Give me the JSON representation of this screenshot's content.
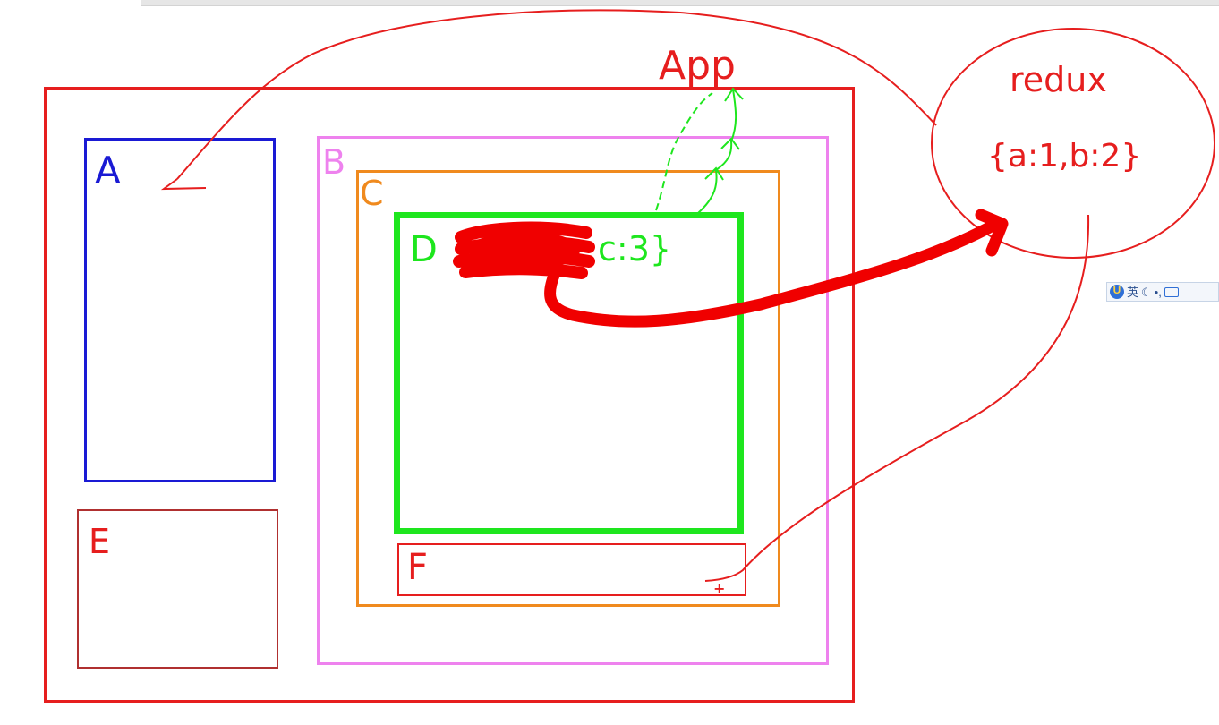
{
  "diagram": {
    "app": {
      "label": "App",
      "color": "#e61e1e"
    },
    "components": {
      "a": {
        "label": "A",
        "color": "#1a1ad4"
      },
      "b": {
        "label": "B",
        "color": "#ee82ee"
      },
      "c": {
        "label": "C",
        "color": "#f08a1e"
      },
      "d": {
        "label": "D",
        "state_visible": "c:3}",
        "color": "#1ee61e"
      },
      "e": {
        "label": "E",
        "color": "#e61e1e",
        "border_color": "#b03030"
      },
      "f": {
        "label": "F",
        "color": "#e61e1e",
        "marker": "+"
      }
    },
    "store": {
      "label": "redux",
      "state": "{a:1,b:2}",
      "color": "#e61e1e"
    }
  },
  "ime_toolbar": {
    "logo": "U",
    "lang": "英",
    "icons": [
      "moon-icon",
      "punctuation-icon",
      "keyboard-icon"
    ]
  }
}
